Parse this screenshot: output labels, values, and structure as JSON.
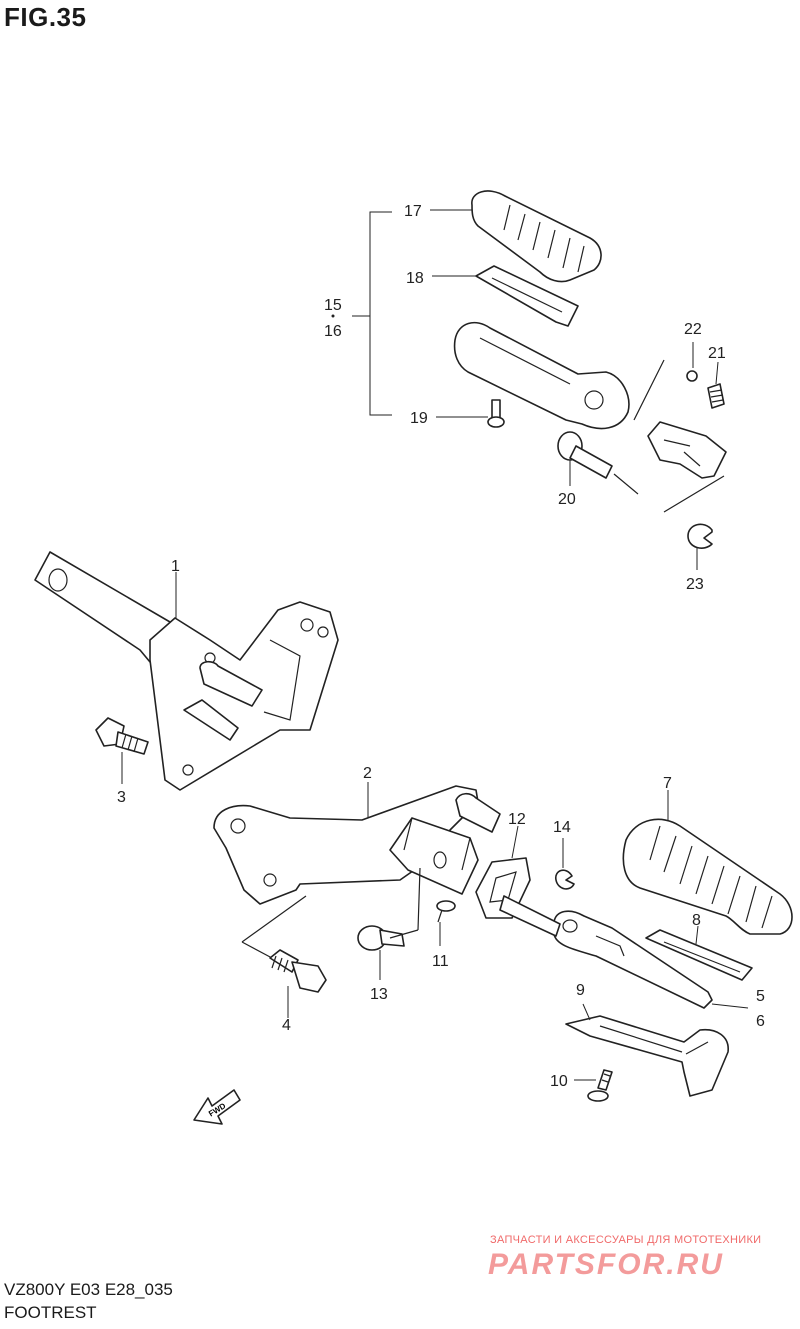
{
  "figure": {
    "title": "FIG.35"
  },
  "labels": {
    "p1": "1",
    "p2": "2",
    "p3": "3",
    "p4": "4",
    "p5": "5",
    "p6": "6",
    "p7": "7",
    "p8": "8",
    "p9": "9",
    "p10": "10",
    "p11": "11",
    "p12": "12",
    "p13": "13",
    "p14": "14",
    "p15": "15",
    "p16": "16",
    "p17": "17",
    "p18": "18",
    "p19": "19",
    "p20": "20",
    "p21": "21",
    "p22": "22",
    "p23": "23"
  },
  "fwd_arrow": {
    "text": "FWD"
  },
  "watermark": {
    "tagline": "ЗАПЧАСТИ И АКСЕССУАРЫ ДЛЯ МОТОТЕХНИКИ",
    "brand": "PARTSFOR.RU"
  },
  "footer": {
    "model_code": "VZ800Y E03 E28_035",
    "caption": "FOOTREST"
  }
}
